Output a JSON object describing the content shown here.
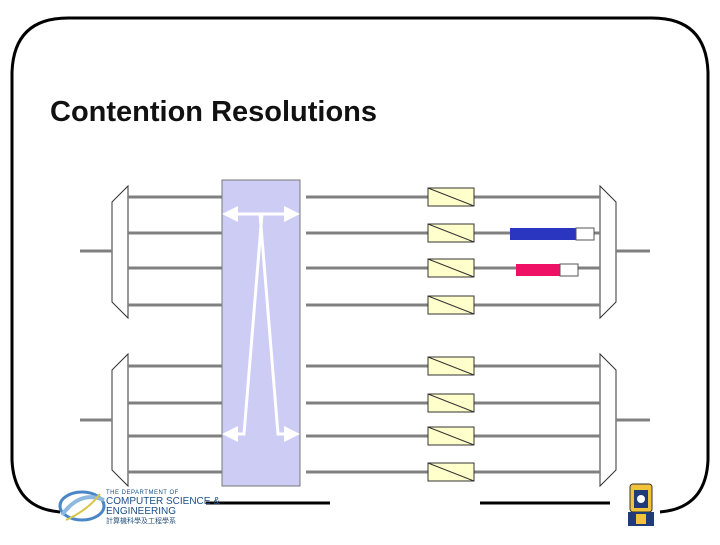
{
  "slide": {
    "title": "Contention Resolutions"
  },
  "logo": {
    "line1": "THE DEPARTMENT OF",
    "line2": "COMPUTER SCIENCE &",
    "line3": "ENGINEERING",
    "line4": "計算機科學及工程學系"
  },
  "colors": {
    "frame": "#000000",
    "line": "#808080",
    "switch_fill": "#ccccf5",
    "delay_fill": "#ffffcc",
    "packet_blue": "#2a35c0",
    "packet_red": "#ee1166",
    "arrow": "#ffffff"
  },
  "diagram": {
    "packets": [
      {
        "name": "blue-packet",
        "color": "#2a35c0"
      },
      {
        "name": "red-packet",
        "color": "#ee1166"
      }
    ],
    "delay_lines_count": 8
  }
}
